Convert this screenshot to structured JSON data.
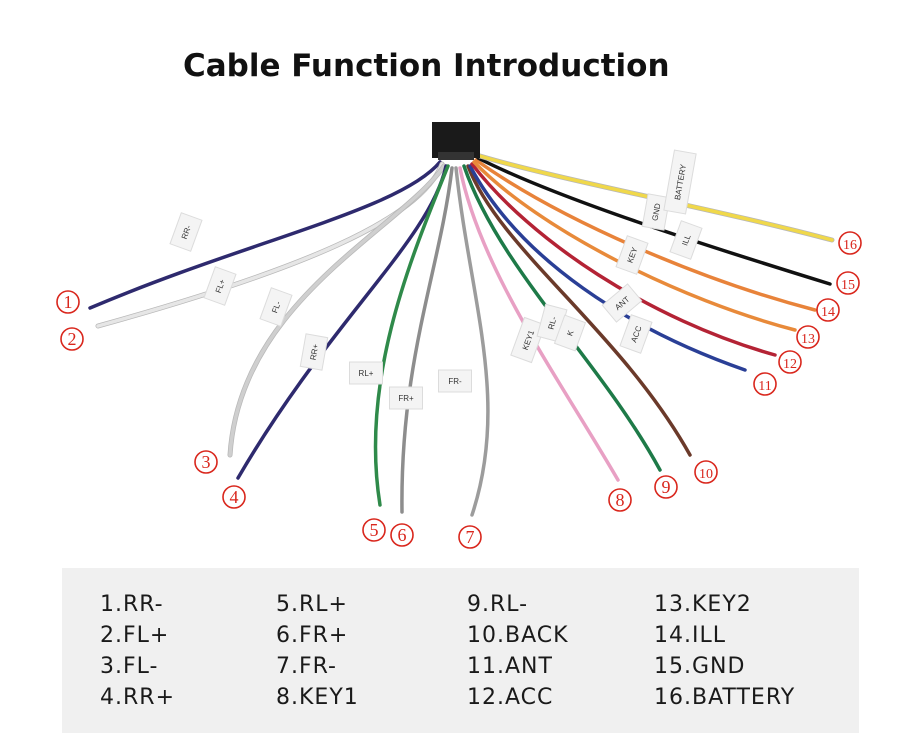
{
  "title": "Cable Function Introduction",
  "colors": {
    "callout": "#d9261c",
    "legend_bg": "#f0f0f0",
    "connector": "#1a1a1a"
  },
  "wires": [
    {
      "id": 1,
      "tag": "RR-",
      "callout": "1",
      "color": "#2e2a6e"
    },
    {
      "id": 2,
      "tag": "FL+",
      "callout": "2",
      "color": "#e6e6e6"
    },
    {
      "id": 3,
      "tag": "FL-",
      "callout": "3",
      "color": "#cfcfcf"
    },
    {
      "id": 4,
      "tag": "RR+",
      "callout": "4",
      "color": "#2e2a6e"
    },
    {
      "id": 5,
      "tag": "RL+",
      "callout": "5",
      "color": "#2f8a4a"
    },
    {
      "id": 6,
      "tag": "FR+",
      "callout": "6",
      "color": "#8d8d8d"
    },
    {
      "id": 7,
      "tag": "FR-",
      "callout": "7",
      "color": "#9c9c9c"
    },
    {
      "id": 8,
      "tag": "KEY1",
      "callout": "8",
      "color": "#e8a0c4"
    },
    {
      "id": 9,
      "tag": "RL-",
      "callout": "9",
      "color": "#1e7a48"
    },
    {
      "id": 10,
      "tag": "K",
      "callout": "10",
      "color": "#6b3a2a"
    },
    {
      "id": 11,
      "tag": "ACC",
      "callout": "11",
      "color": "#2a3f96"
    },
    {
      "id": 12,
      "tag": "ANT",
      "callout": "12",
      "color": "#b42335"
    },
    {
      "id": 13,
      "tag": "KEY",
      "callout": "13",
      "color": "#e88a3a"
    },
    {
      "id": 14,
      "tag": "ILL",
      "callout": "14",
      "color": "#e8833a"
    },
    {
      "id": 15,
      "tag": "GND",
      "callout": "15",
      "color": "#111111"
    },
    {
      "id": 16,
      "tag": "BATTERY",
      "callout": "16",
      "color": "#f0d84a"
    }
  ],
  "legend": [
    [
      "1.RR-",
      "5.RL+",
      "9.RL-",
      "13.KEY2"
    ],
    [
      "2.FL+",
      "6.FR+",
      "10.BACK",
      "14.ILL"
    ],
    [
      "3.FL-",
      "7.FR-",
      "11.ANT",
      "15.GND"
    ],
    [
      "4.RR+",
      "8.KEY1",
      "12.ACC",
      "16.BATTERY"
    ]
  ]
}
